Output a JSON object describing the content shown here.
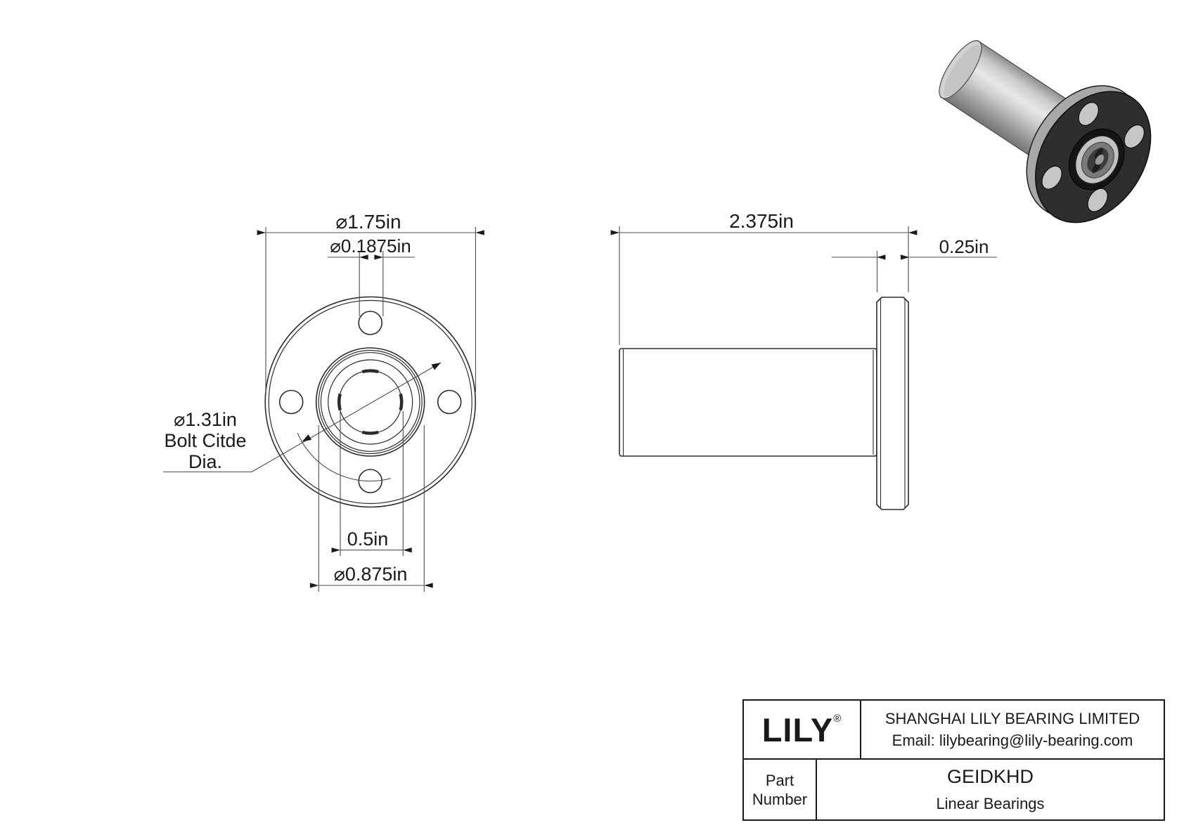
{
  "drawing": {
    "front_view": {
      "dim_flange_od": "⌀1.75in",
      "dim_bolt_hole_dia": "⌀0.1875in",
      "bolt_circle_label": [
        "⌀1.31in",
        "Bolt Citde",
        "Dia."
      ],
      "dim_bore": "0.5in",
      "dim_sleeve_od": "⌀0.875in"
    },
    "side_view": {
      "dim_overall_length": "2.375in",
      "dim_flange_thickness": "0.25in"
    }
  },
  "title_block": {
    "logo_text": "LILY",
    "registered_mark": "®",
    "company_name": "SHANGHAI LILY BEARING LIMITED",
    "company_email": "Email: lilybearing@lily-bearing.com",
    "part_label_line1": "Part",
    "part_label_line2": "Number",
    "part_number": "GEIDKHD",
    "product_category": "Linear Bearings"
  },
  "colors": {
    "outline": "#1a1a1a",
    "dimension_lines": "#4d4d4d",
    "flange_3d_face": "#2e2e2e",
    "metal_light": "#e6e6e6",
    "metal_mid": "#b0b0b0",
    "background": "#ffffff"
  }
}
